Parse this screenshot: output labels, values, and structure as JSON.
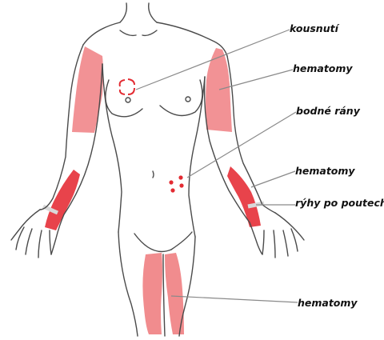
{
  "labels": {
    "bite": "kousnutí",
    "hematoma_upper_arm": "hematomy",
    "stab_wounds": "bodné rány",
    "hematoma_forearm": "hematomy",
    "restraint_marks": "rýhy po poutech",
    "hematoma_thigh": "hematomy"
  },
  "colors": {
    "outline": "#4a4a4a",
    "hematoma_light": "#f07f82",
    "hematoma_dark": "#e8434b",
    "wound": "#e32b32",
    "restraint_band": "#d9d9d9",
    "leader_line": "#8a8a8a"
  }
}
